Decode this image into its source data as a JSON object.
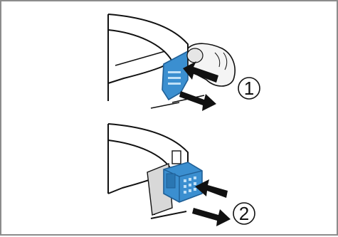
{
  "figure": {
    "steps": [
      {
        "number": "1",
        "action": "press-in-and-pull-out"
      },
      {
        "number": "2",
        "action": "press-in-and-pull-out"
      }
    ],
    "colors": {
      "accent_blue": "#3b8fd0",
      "accent_blue_dark": "#1f5f96",
      "outline": "#111111",
      "frame_border": "#8c8c8c",
      "finger_fill": "#f4f4f4"
    },
    "icons": [
      "finger-press-icon",
      "arrow-in-icon",
      "arrow-out-icon"
    ]
  }
}
